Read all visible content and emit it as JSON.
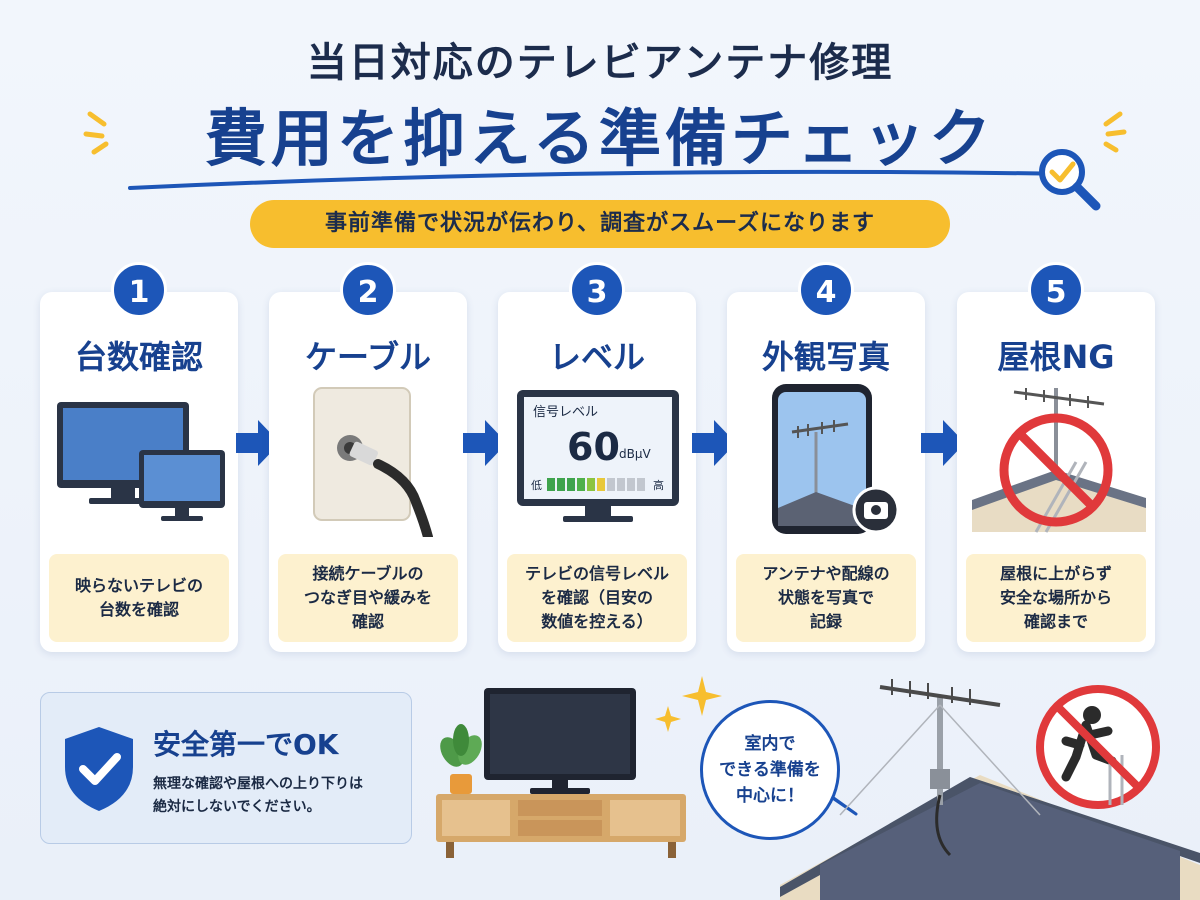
{
  "header": {
    "title_line1": "当日対応のテレビアンテナ修理",
    "title_line2": "費用を抑える準備チェック",
    "subtitle": "事前準備で状況が伝わり、調査がスムーズになります"
  },
  "steps": [
    {
      "number": "1",
      "title": "台数確認",
      "desc": "映らないテレビの\n台数を確認",
      "icon": "tv-monitors-icon"
    },
    {
      "number": "2",
      "title": "ケーブル",
      "desc": "接続ケーブルの\nつなぎ目や緩みを\n確認",
      "icon": "wall-outlet-cable-icon"
    },
    {
      "number": "3",
      "title": "レベル",
      "desc": "テレビの信号レベル\nを確認（目安の\n数値を控える）",
      "icon": "signal-level-tv-icon"
    },
    {
      "number": "4",
      "title": "外観写真",
      "desc": "アンテナや配線の\n状態を写真で\n記録",
      "icon": "smartphone-camera-icon"
    },
    {
      "number": "5",
      "title": "屋根NG",
      "desc": "屋根に上がらず\n安全な場所から\n確認まで",
      "icon": "no-roof-climbing-icon"
    }
  ],
  "signal_screen": {
    "label": "信号レベル",
    "value": "60",
    "unit": "dBμV",
    "low": "低",
    "high": "高",
    "level_fraction": 0.55
  },
  "safety": {
    "title": "安全第一でOK",
    "text": "無理な確認や屋根への上り下りは\n絶対にしないでください。"
  },
  "bubble": {
    "text": "室内で\nできる準備を\n中心に！"
  },
  "colors": {
    "brand_blue": "#1d56b8",
    "title_blue": "#17418f",
    "accent_yellow": "#f7be2e",
    "desc_bg": "#fdf1cf",
    "prohibit_red": "#e0393b"
  }
}
